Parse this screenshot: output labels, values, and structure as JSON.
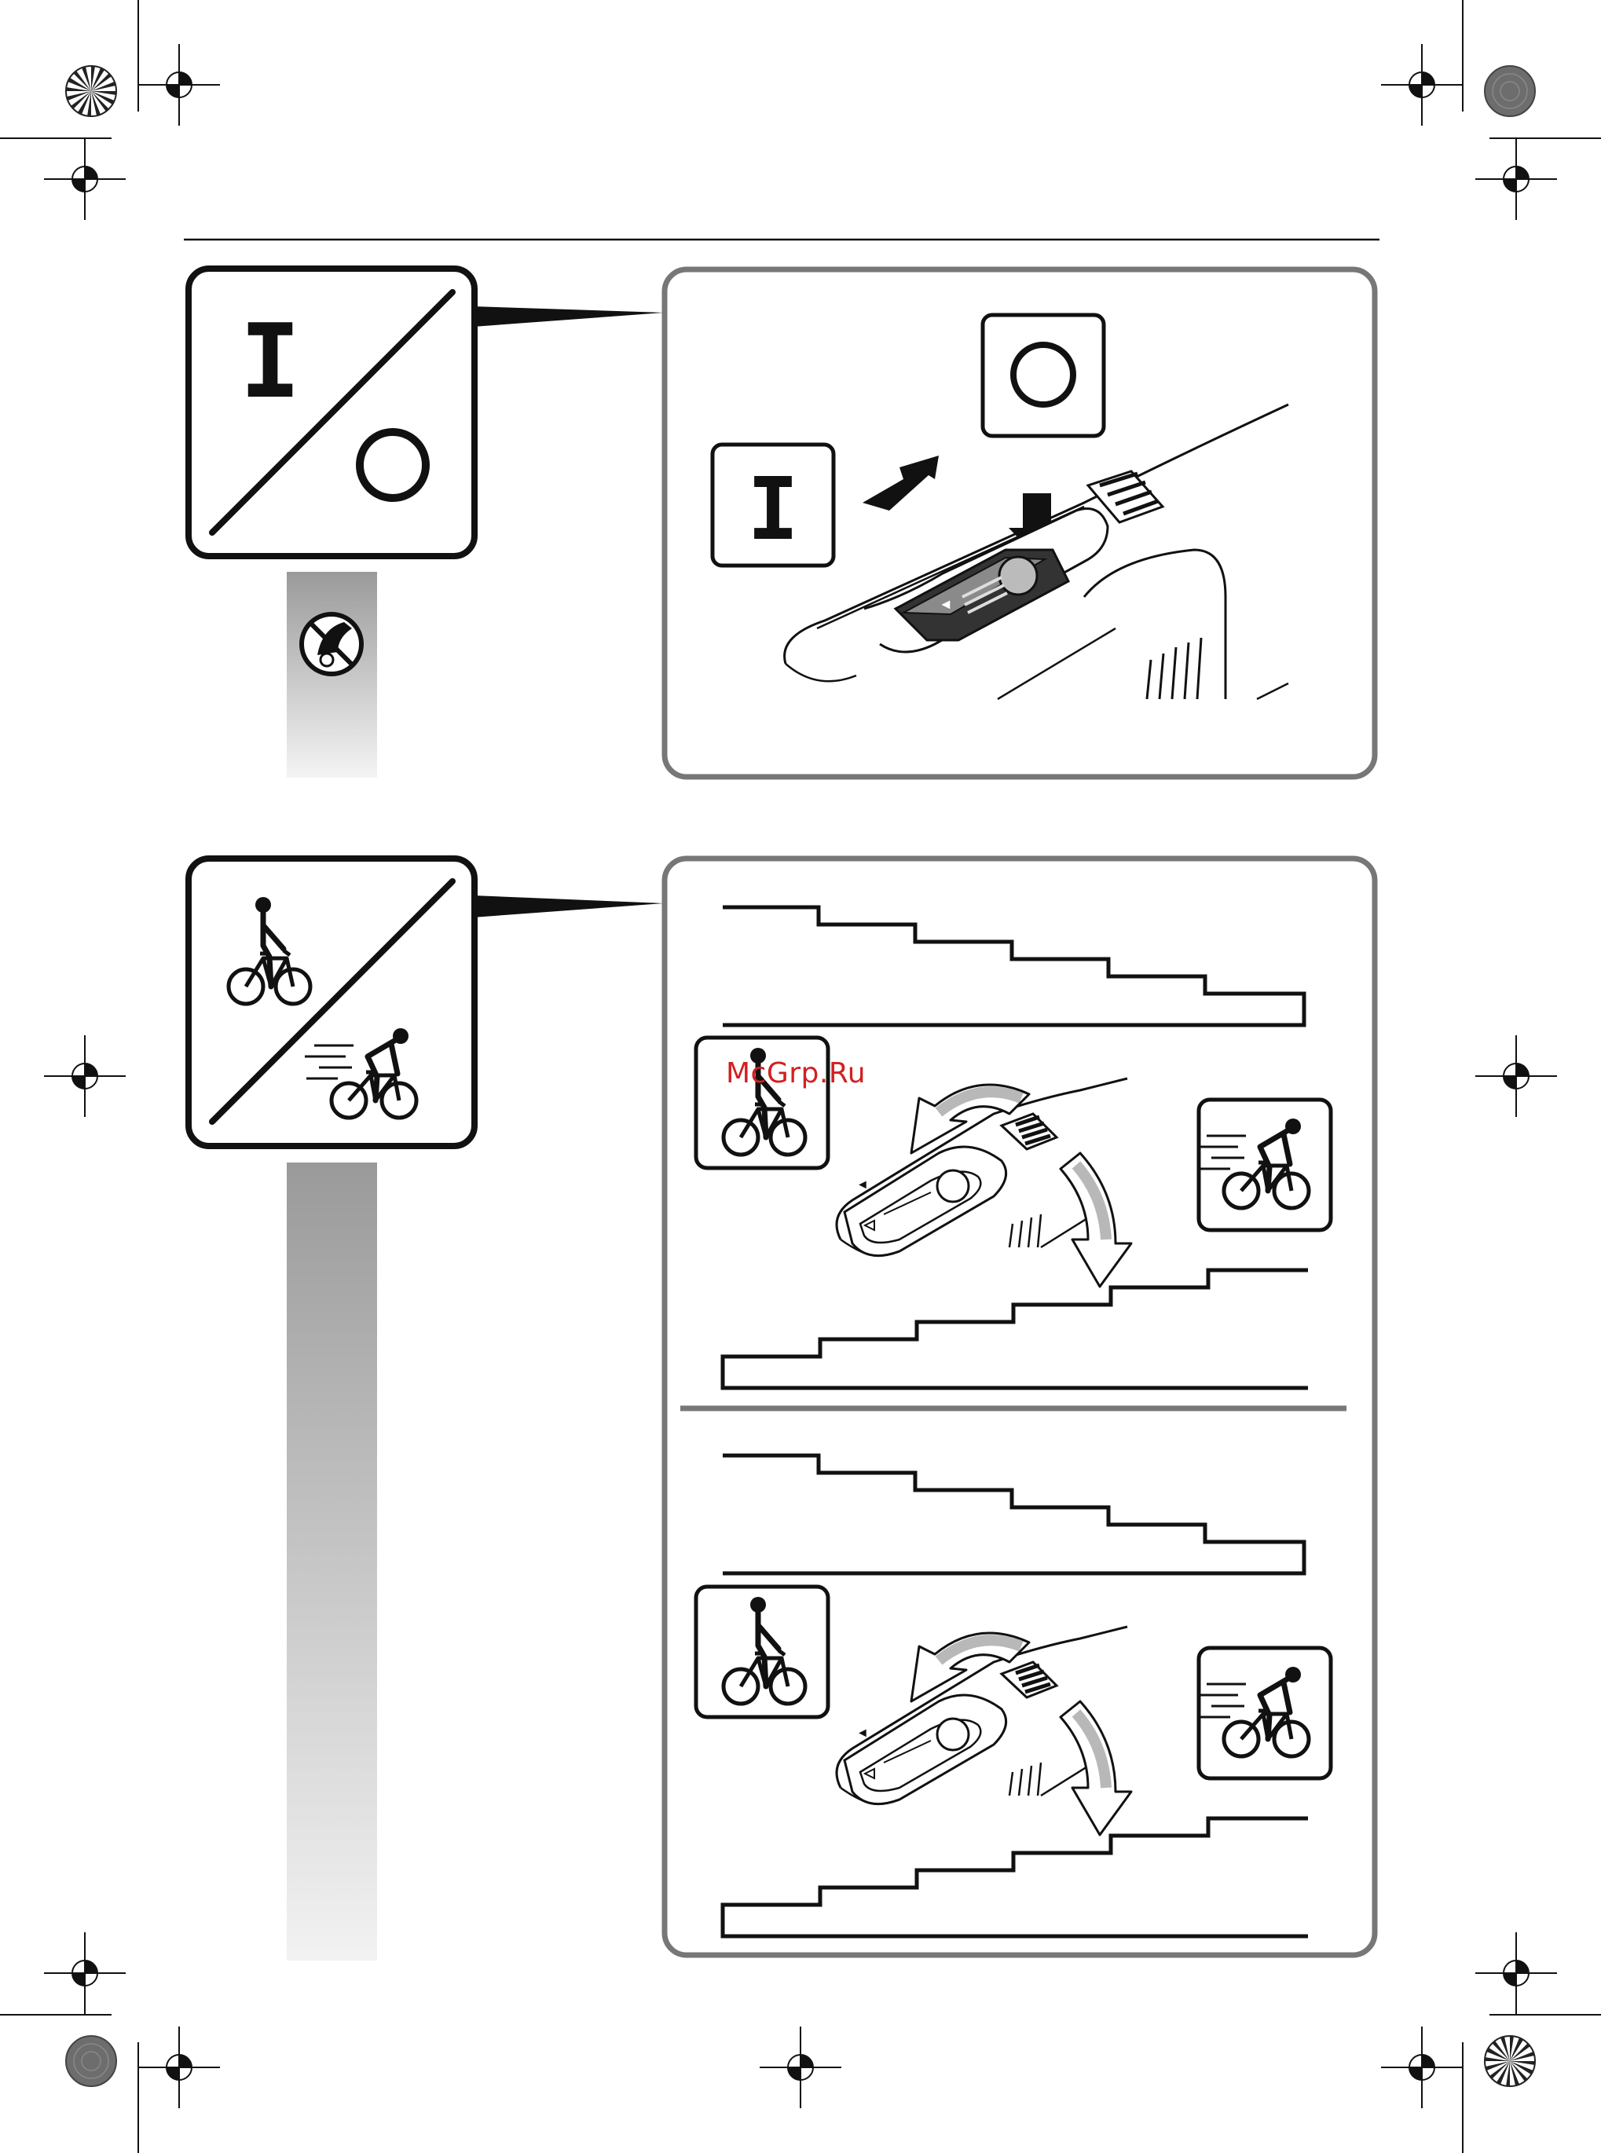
{
  "section_on_off": {
    "sign_on": "I",
    "sign_off": "O",
    "detail_label_off": "O",
    "detail_label_on": "I",
    "warning_icon": "no-touch-prohibition-icon",
    "switch_arrow_glyph": "◄"
  },
  "section_speed": {
    "sign_slow_icon": "upright-cyclist-icon",
    "sign_fast_icon": "racing-cyclist-icon",
    "panels": [
      {
        "left_icon": "upright-cyclist-icon",
        "right_icon": "racing-cyclist-icon",
        "switch_arrow_glyph": "◄"
      },
      {
        "left_icon": "upright-cyclist-icon",
        "right_icon": "racing-cyclist-icon",
        "switch_arrow_glyph": "◄"
      }
    ]
  },
  "watermark": "McGrp.Ru",
  "colors": {
    "ink": "#111111",
    "frame": "#777777",
    "red_watermark": "#d22020"
  }
}
